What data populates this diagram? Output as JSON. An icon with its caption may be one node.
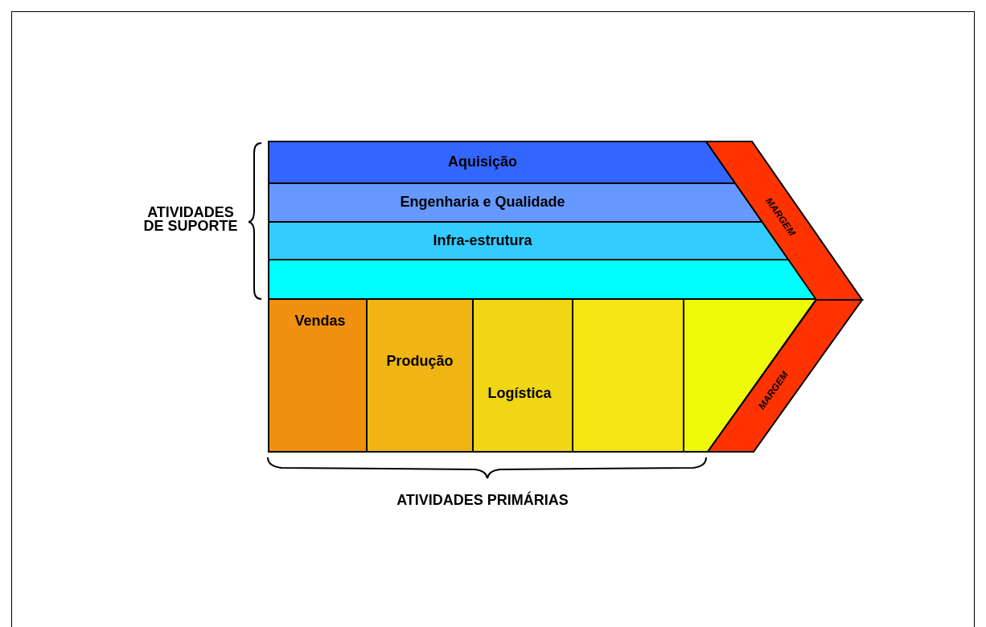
{
  "diagram": {
    "nodes": [
      {
        "text": [
          "Aquisição"
        ]
      },
      {
        "text": [
          "Engenharia e Qualidade"
        ]
      },
      {
        "text": [
          "Infra-estrutura"
        ]
      },
      {
        "text": [],
        "shape": "box"
      },
      {
        "text": [
          "Vendas"
        ]
      },
      {
        "text": [
          "Produção"
        ]
      },
      {
        "text": [
          "Logística"
        ]
      },
      {
        "text": [],
        "shape": "box"
      },
      {
        "text": [],
        "shape": "box"
      },
      {
        "text": [
          "MARGEM"
        ]
      },
      {
        "text": [
          "MARGEM"
        ]
      }
    ],
    "labels": [
      "ATIVIDADES DE SUPORTE",
      "ATIVIDADES PRIMÁRIAS"
    ]
  }
}
